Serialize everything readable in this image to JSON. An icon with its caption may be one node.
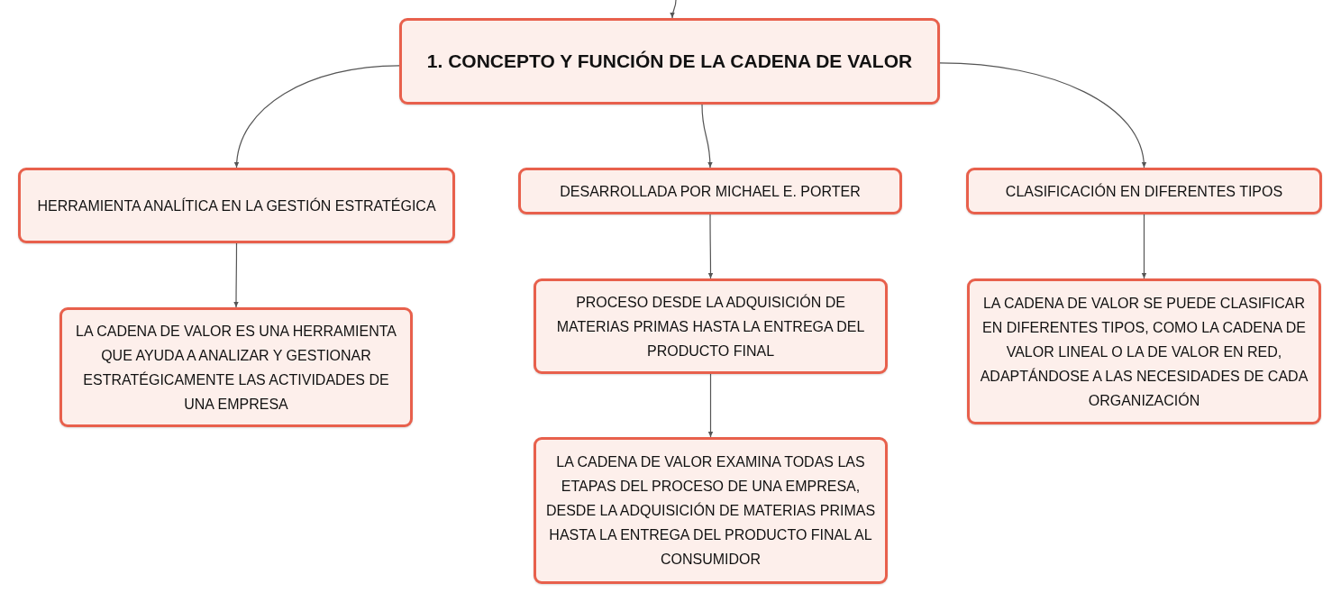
{
  "diagram": {
    "nodes": [
      {
        "text": [
          "1. CONCEPTO Y FUNCIÓN DE LA CADENA DE VALOR"
        ]
      },
      {
        "text": [
          "HERRAMIENTA ANALÍTICA EN LA GESTIÓN ESTRATÉGICA"
        ]
      },
      {
        "text": [
          "DESARROLLADA POR MICHAEL E. PORTER"
        ]
      },
      {
        "text": [
          "CLASIFICACIÓN EN DIFERENTES TIPOS"
        ]
      },
      {
        "text": [
          "LA CADENA DE VALOR ES UNA HERRAMIENTA QUE AYUDA A ANALIZAR Y GESTIONAR ESTRATÉGICAMENTE LAS ACTIVIDADES DE UNA EMPRESA"
        ]
      },
      {
        "text": [
          "PROCESO DESDE LA ADQUISICIÓN DE MATERIAS PRIMAS HASTA LA ENTREGA DEL PRODUCTO FINAL"
        ]
      },
      {
        "text": [
          "LA CADENA DE VALOR EXAMINA TODAS LAS ETAPAS DEL PROCESO DE UNA EMPRESA, DESDE LA ADQUISICIÓN DE MATERIAS PRIMAS HASTA LA ENTREGA DEL PRODUCTO FINAL AL CONSUMIDOR"
        ]
      },
      {
        "text": [
          "LA CADENA DE VALOR SE PUEDE CLASIFICAR EN DIFERENTES TIPOS, COMO LA CADENA DE VALOR LINEAL O LA DE VALOR EN RED, ADAPTÁNDOSE A LAS NECESIDADES DE CADA ORGANIZACIÓN"
        ]
      }
    ],
    "edges": [
      {
        "from": null,
        "to": 0,
        "arrow": "to"
      },
      {
        "from": 0,
        "to": 1,
        "arrow": "to"
      },
      {
        "from": 0,
        "to": 2,
        "arrow": "to"
      },
      {
        "from": 0,
        "to": 3,
        "arrow": "to"
      },
      {
        "from": 1,
        "to": 4,
        "arrow": "to"
      },
      {
        "from": 2,
        "to": 5,
        "arrow": "to"
      },
      {
        "from": 5,
        "to": 6,
        "arrow": "to"
      },
      {
        "from": 3,
        "to": 7,
        "arrow": "to"
      }
    ]
  }
}
